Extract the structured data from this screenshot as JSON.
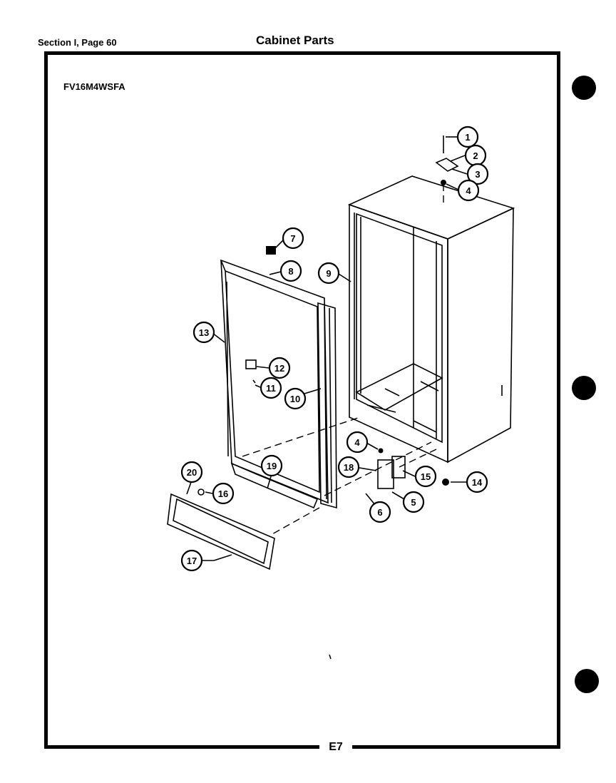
{
  "header": {
    "section": "Section I, Page 60",
    "title": "Cabinet Parts"
  },
  "model": "FV16M4WSFA",
  "footer": "E7",
  "callouts": [
    {
      "id": "callout-1",
      "label": "1"
    },
    {
      "id": "callout-2",
      "label": "2"
    },
    {
      "id": "callout-3",
      "label": "3"
    },
    {
      "id": "callout-4-top",
      "label": "4"
    },
    {
      "id": "callout-7",
      "label": "7"
    },
    {
      "id": "callout-8",
      "label": "8"
    },
    {
      "id": "callout-9",
      "label": "9"
    },
    {
      "id": "callout-13",
      "label": "13"
    },
    {
      "id": "callout-12",
      "label": "12"
    },
    {
      "id": "callout-11",
      "label": "11"
    },
    {
      "id": "callout-10",
      "label": "10"
    },
    {
      "id": "callout-4-bottom",
      "label": "4"
    },
    {
      "id": "callout-18",
      "label": "18"
    },
    {
      "id": "callout-15",
      "label": "15"
    },
    {
      "id": "callout-14",
      "label": "14"
    },
    {
      "id": "callout-5",
      "label": "5"
    },
    {
      "id": "callout-6",
      "label": "6"
    },
    {
      "id": "callout-19",
      "label": "19"
    },
    {
      "id": "callout-20",
      "label": "20"
    },
    {
      "id": "callout-16",
      "label": "16"
    },
    {
      "id": "callout-17",
      "label": "17"
    }
  ]
}
